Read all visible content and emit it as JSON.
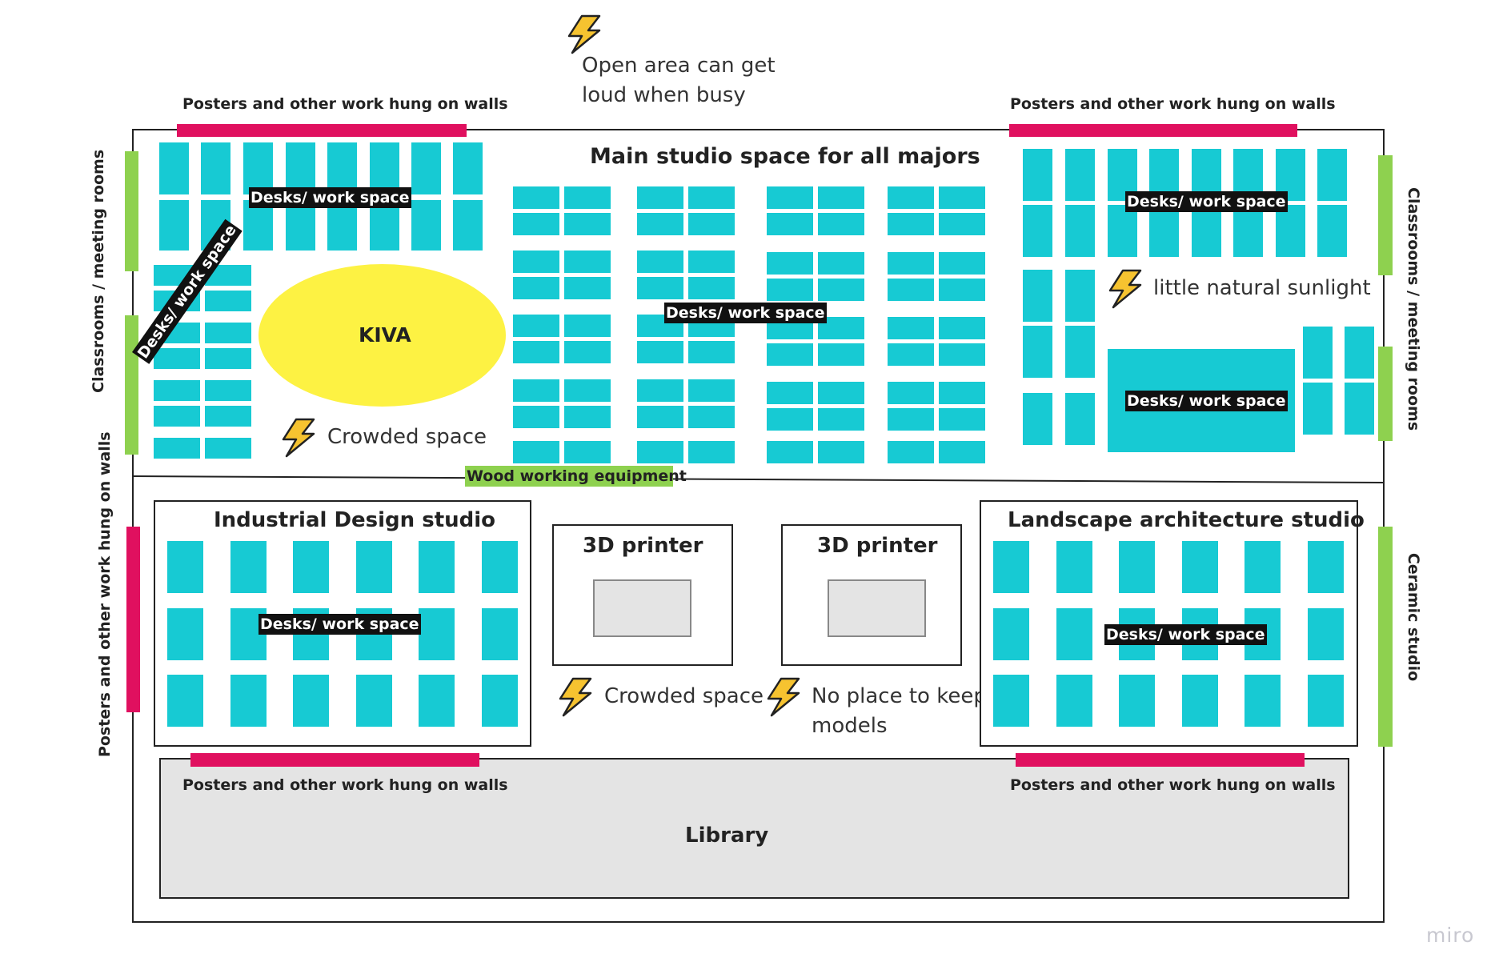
{
  "title": "Main studio space for all majors",
  "notes": {
    "open_area_line1": "Open area can get",
    "open_area_line2": "loud when busy",
    "crowded_1": "Crowded space",
    "crowded_2": "Crowded space",
    "sunlight": "little natural sunlight",
    "no_place_line1": "No place to keep",
    "no_place_line2": "models"
  },
  "labels": {
    "posters": "Posters and other work hung on walls",
    "classrooms": "Classrooms / meeting rooms",
    "ceramic": "Ceramic studio",
    "desks": "Desks/ work space",
    "kiva": "KIVA",
    "wood": "Wood working equipment",
    "industrial": "Industrial Design studio",
    "landscape": "Landscape architecture studio",
    "printer": "3D printer",
    "library": "Library",
    "watermark": "miro"
  },
  "colors": {
    "desk": "#17CAD3",
    "wall_posters": "#E0105F",
    "classroom_walls": "#8ED14F",
    "kiva": "#FDF243",
    "bolt": "#F6C330",
    "library": "#E4E4E4"
  },
  "icons": [
    "lightning-bolt-icon"
  ]
}
